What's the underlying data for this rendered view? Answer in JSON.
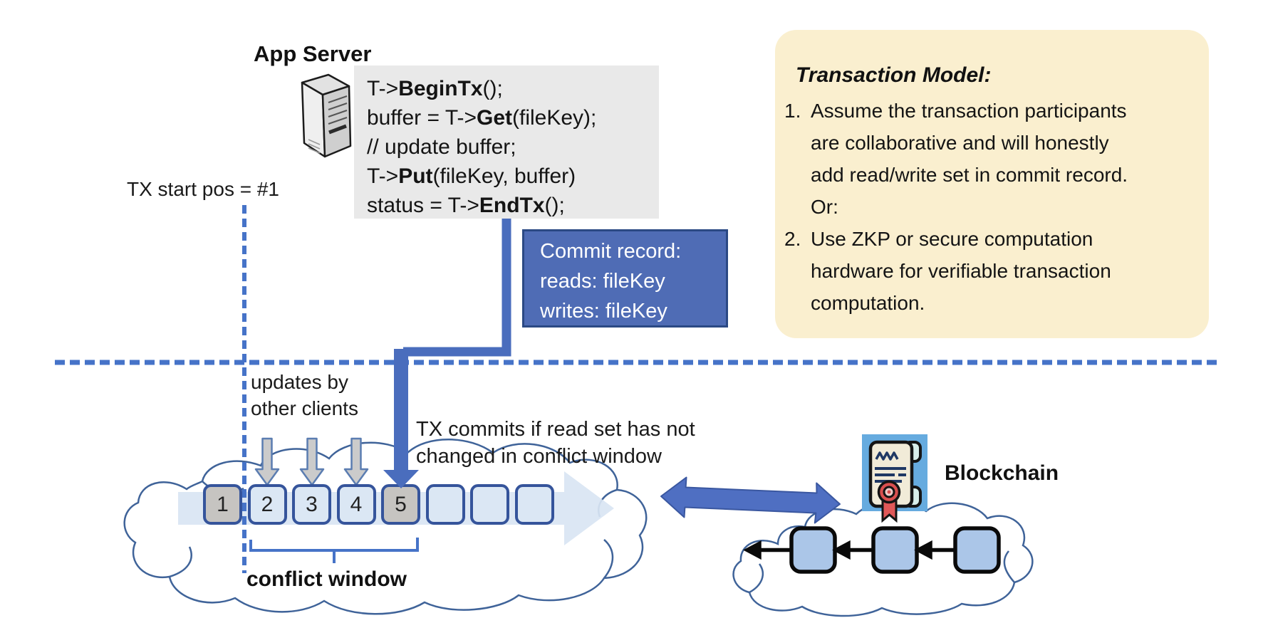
{
  "header": {
    "app_server_title": "App Server"
  },
  "code_block": {
    "lines": [
      {
        "pre": "T->",
        "bold": "BeginTx",
        "post": "();"
      },
      {
        "pre": "buffer = T->",
        "bold": "Get",
        "post": "(fileKey);"
      },
      {
        "pre": "// update buffer;",
        "bold": "",
        "post": ""
      },
      {
        "pre": "T->",
        "bold": "Put",
        "post": "(fileKey, buffer)"
      },
      {
        "pre": "status = T->",
        "bold": "EndTx",
        "post": "();"
      }
    ]
  },
  "labels": {
    "tx_start": "TX start pos = #1",
    "updates_line1": "updates by",
    "updates_line2": "other clients",
    "commit_note_line1": "TX commits if read set has not",
    "commit_note_line2": "changed in conflict window",
    "conflict_window": "conflict window",
    "blockchain": "Blockchain"
  },
  "commit_record": {
    "line1": "Commit record:",
    "line2": "reads: fileKey",
    "line3": "writes: fileKey"
  },
  "transaction_model": {
    "title": "Transaction Model:",
    "items": [
      {
        "number": "1.",
        "text": "Assume the transaction participants are collaborative and will honestly add read/write set in commit record.  Or:"
      },
      {
        "number": "2.",
        "text": "Use ZKP or secure computation hardware for verifiable transaction computation."
      }
    ]
  },
  "timeline": {
    "blocks": [
      {
        "label": "1",
        "state": "filled"
      },
      {
        "label": "2",
        "state": "normal"
      },
      {
        "label": "3",
        "state": "normal"
      },
      {
        "label": "4",
        "state": "normal"
      },
      {
        "label": "5",
        "state": "filled"
      },
      {
        "label": "",
        "state": "normal"
      },
      {
        "label": "",
        "state": "normal"
      },
      {
        "label": "",
        "state": "normal"
      }
    ]
  },
  "icons": {
    "server": "server-tower-icon",
    "certificate": "certificate-scroll-icon",
    "update_arrow": "gray-down-arrow-icon",
    "commit_arrow": "blue-down-arrow-icon",
    "sync_arrow": "double-headed-arrow-icon"
  },
  "colors": {
    "accent_blue": "#4673c8",
    "connector_blue": "#4a6dbd",
    "commit_box_blue": "#4f6cb5",
    "panel_yellow": "#faefcf",
    "block_border_blue": "#35549b",
    "block_fill_light": "#dbe7f4",
    "block_fill_gray": "#c6c4c1",
    "code_background": "#e9e9e9",
    "band_blue": "#d9e5f3",
    "cloud_stroke": "#3f6399",
    "chain_block_fill": "#abc6e8",
    "certificate_bg": "#66abdf",
    "seal_red": "#d94f4f"
  }
}
